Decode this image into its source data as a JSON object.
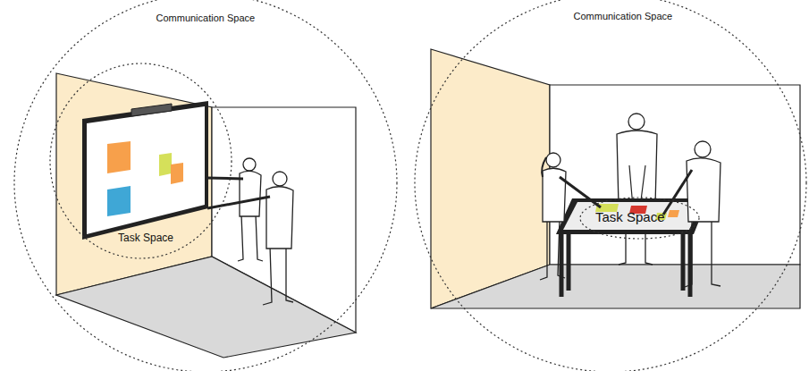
{
  "diagram": {
    "nodes": [
      {
        "text": [
          "Communication Space"
        ]
      },
      {
        "text": [
          "Task Space"
        ],
        "in": 0
      },
      {
        "text": [
          "Communication Space"
        ]
      },
      {
        "text": [
          "Task Space"
        ],
        "in": 2
      }
    ]
  }
}
